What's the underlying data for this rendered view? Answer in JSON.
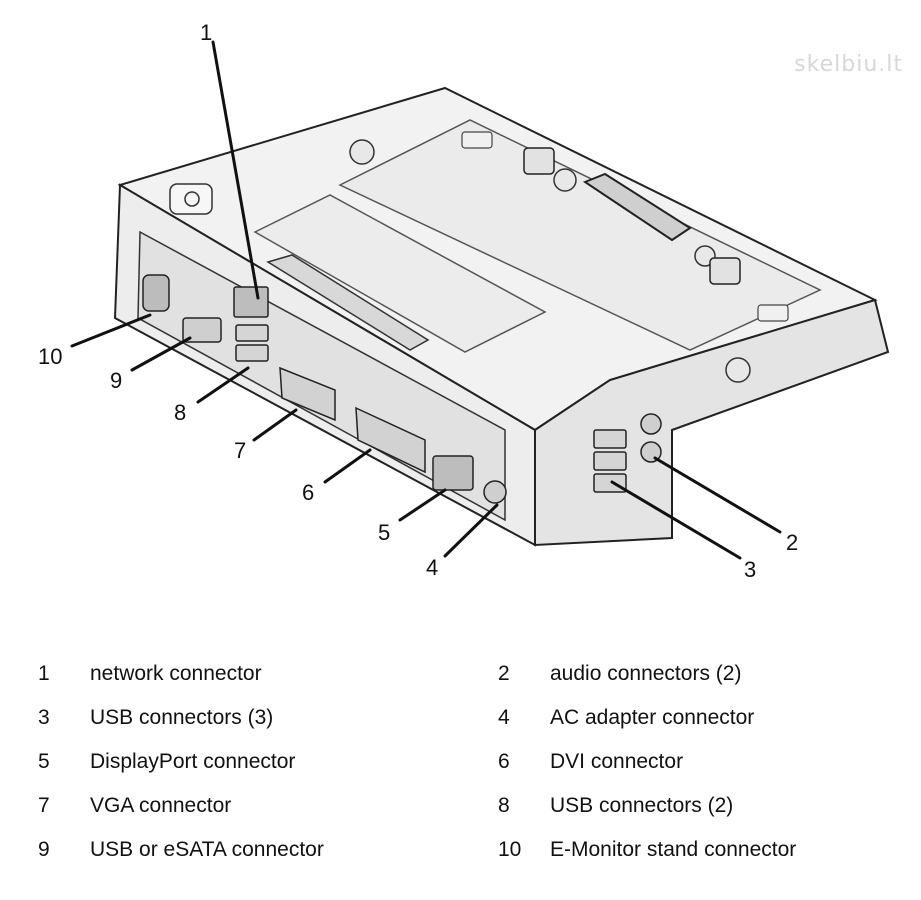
{
  "watermark": "skelbiu.lt",
  "callouts": [
    {
      "num": "1",
      "label": "network connector"
    },
    {
      "num": "2",
      "label": "audio connectors (2)"
    },
    {
      "num": "3",
      "label": "USB connectors (3)"
    },
    {
      "num": "4",
      "label": "AC adapter connector"
    },
    {
      "num": "5",
      "label": "DisplayPort connector"
    },
    {
      "num": "6",
      "label": "DVI connector"
    },
    {
      "num": "7",
      "label": "VGA connector"
    },
    {
      "num": "8",
      "label": "USB connectors (2)"
    },
    {
      "num": "9",
      "label": "USB or eSATA connector"
    },
    {
      "num": "10",
      "label": "E-Monitor stand connector"
    }
  ]
}
